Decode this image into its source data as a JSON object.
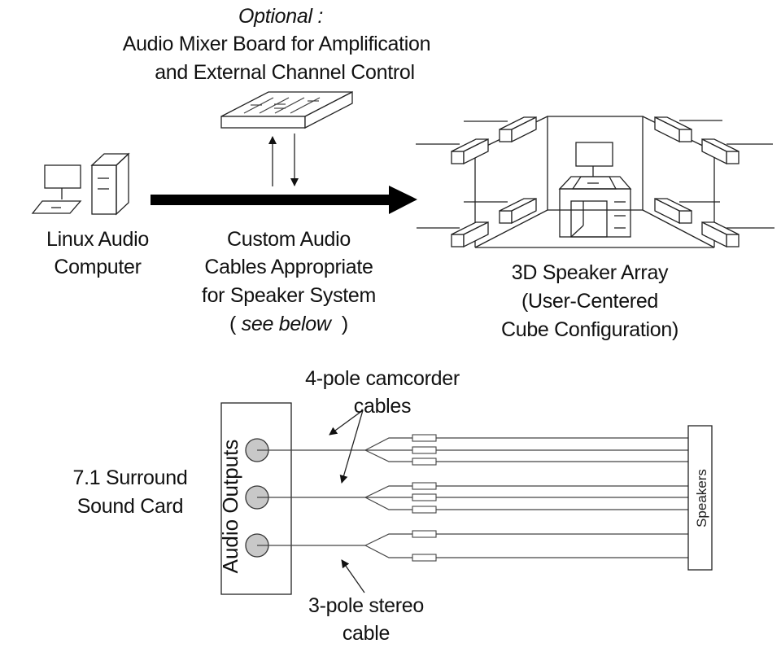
{
  "mixer": {
    "optional_label": "Optional :",
    "title_line1": "Audio Mixer Board for Amplification",
    "title_line2": "and External Channel Control"
  },
  "computer": {
    "label_line1": "Linux Audio",
    "label_line2": "Computer"
  },
  "cables": {
    "label_line1": "Custom Audio",
    "label_line2": "Cables Appropriate",
    "label_line3": "for Speaker System",
    "paren_open": "(",
    "see_below": "see below",
    "paren_close": ")"
  },
  "speaker_array": {
    "label_line1": "3D Speaker Array",
    "label_line2": "(User-Centered",
    "label_line3": "Cube Configuration)"
  },
  "sound_card": {
    "label_line1": "7.1 Surround",
    "label_line2": "Sound Card",
    "outputs_label": "Audio Outputs",
    "output_jack_count": 3,
    "jack_color": "#c8c8c8"
  },
  "callouts": {
    "camcorder_line1": "4-pole camcorder",
    "camcorder_line2": "cables",
    "stereo_line1": "3-pole stereo",
    "stereo_line2": "cable"
  },
  "speakers_bar": {
    "label": "Speakers"
  }
}
